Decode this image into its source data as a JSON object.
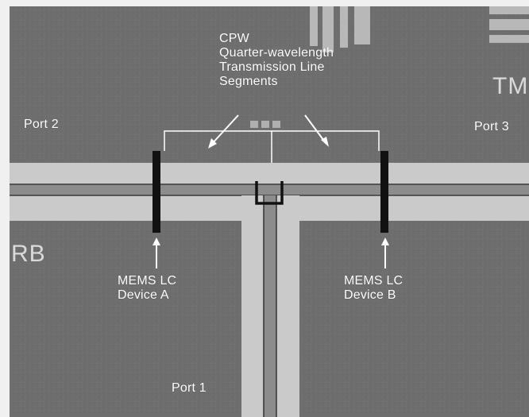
{
  "labels": {
    "cpw_title": [
      "CPW",
      "Quarter-wavelength",
      "Transmission Line",
      "Segments"
    ],
    "port2": "Port 2",
    "port3": "Port 3",
    "port1": "Port 1",
    "device_a": [
      "MEMS LC",
      "Device A"
    ],
    "device_b": [
      "MEMS LC",
      "Device B"
    ],
    "chip_text_left": "RB",
    "chip_text_right": "TM"
  },
  "colors": {
    "ground_plane": "#6f6f6f",
    "gap": "#c9c9c9",
    "conductor": "#8a8a8a",
    "device": "#111111",
    "label": "#ffffff"
  }
}
